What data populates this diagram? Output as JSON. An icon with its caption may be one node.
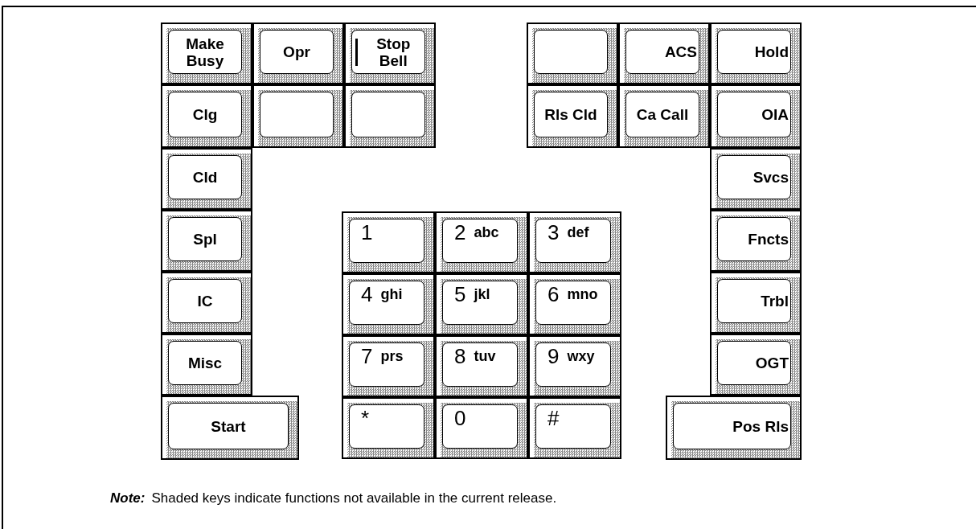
{
  "diagram": {
    "nodes": [
      {
        "text": [
          "Make Busy"
        ]
      },
      {
        "text": [
          "Opr"
        ]
      },
      {
        "text": [
          "Stop Bell"
        ]
      },
      {
        "text": [],
        "shape": "box"
      },
      {
        "text": [
          "ACS"
        ]
      },
      {
        "text": [
          "Hold"
        ]
      },
      {
        "text": [
          "Clg"
        ]
      },
      {
        "text": [],
        "shape": "box"
      },
      {
        "text": [],
        "shape": "box"
      },
      {
        "text": [
          "Rls Cld"
        ]
      },
      {
        "text": [
          "Ca Call"
        ]
      },
      {
        "text": [
          "OIA"
        ]
      },
      {
        "text": [
          "Cld"
        ]
      },
      {
        "text": [
          "Svcs"
        ]
      },
      {
        "text": [
          "Spl"
        ]
      },
      {
        "text": [
          "1"
        ]
      },
      {
        "text": [
          "2",
          "abc"
        ]
      },
      {
        "text": [
          "3",
          "def"
        ]
      },
      {
        "text": [
          "Fncts"
        ]
      },
      {
        "text": [
          "IC"
        ]
      },
      {
        "text": [
          "4",
          "ghi"
        ]
      },
      {
        "text": [
          "5",
          "jkl"
        ]
      },
      {
        "text": [
          "6",
          "mno"
        ]
      },
      {
        "text": [
          "Trbl"
        ]
      },
      {
        "text": [
          "Misc"
        ]
      },
      {
        "text": [
          "7",
          "prs"
        ]
      },
      {
        "text": [
          "8",
          "tuv"
        ]
      },
      {
        "text": [
          "9",
          "wxy"
        ]
      },
      {
        "text": [
          "OGT"
        ]
      },
      {
        "text": [
          "Start"
        ]
      },
      {
        "text": [
          "*"
        ]
      },
      {
        "text": [
          "0"
        ]
      },
      {
        "text": [
          "#"
        ]
      },
      {
        "text": [
          "Pos Rls"
        ]
      }
    ],
    "labels": [
      "Note:",
      "Shaded keys indicate functions not available in the current release."
    ]
  }
}
